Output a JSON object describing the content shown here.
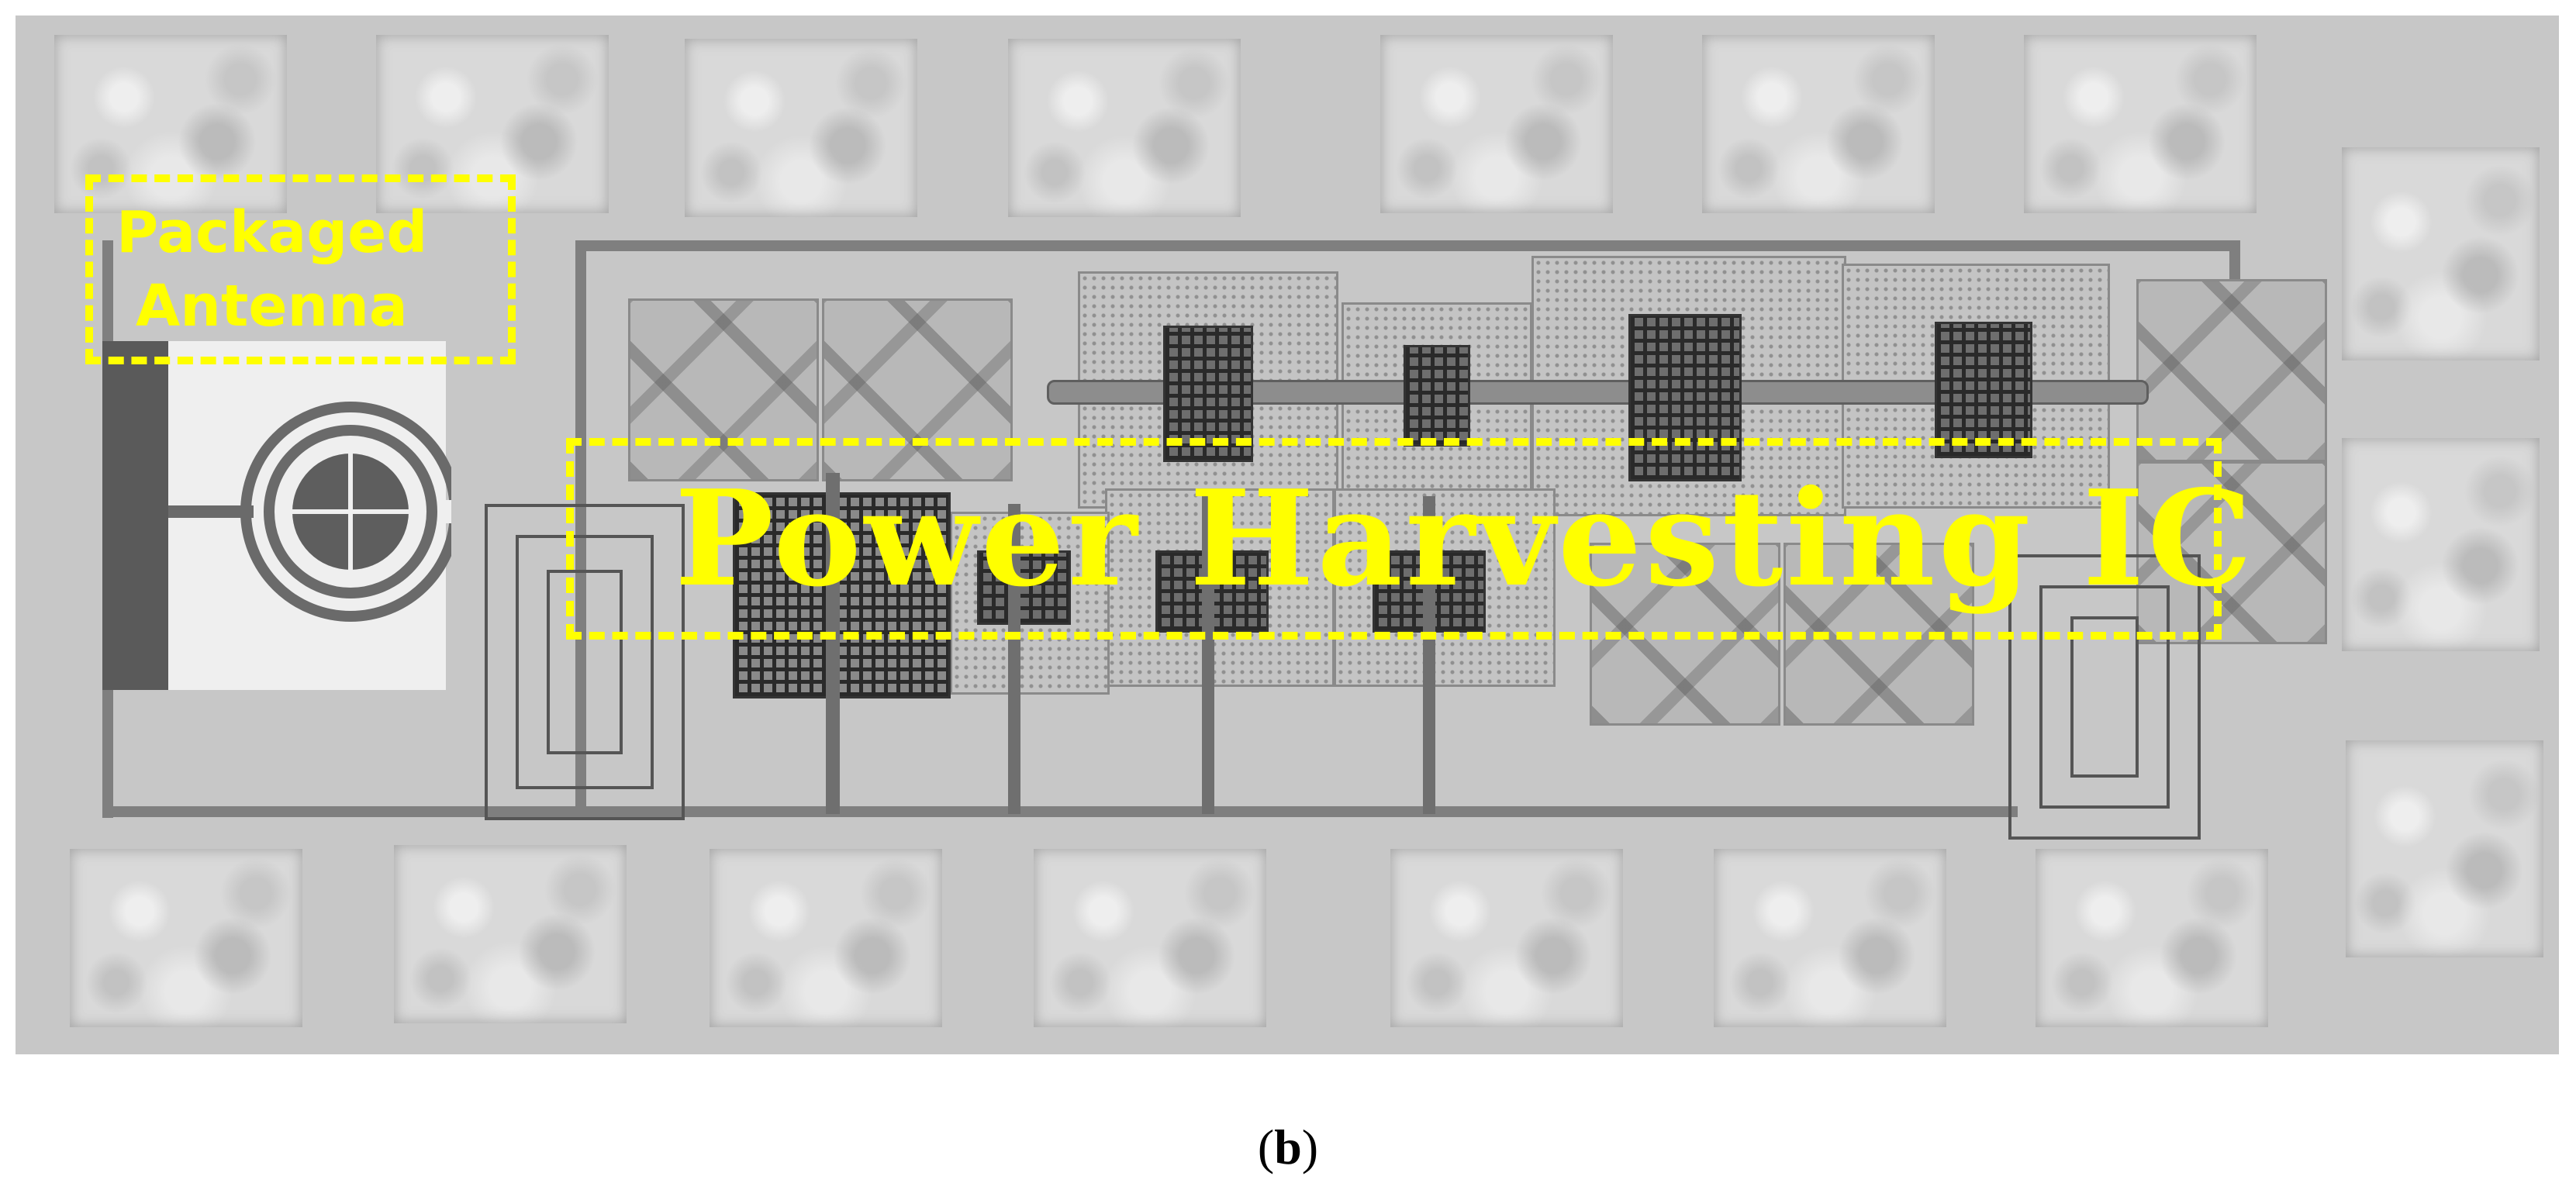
{
  "labels": {
    "packaged_antenna_line1": "Packaged",
    "packaged_antenna_line2": "Antenna",
    "power_harvesting_ic": "Power Harvesting IC",
    "subfigure_label_paren_open": "(",
    "subfigure_label_letter": "b",
    "subfigure_label_paren_close": ")"
  },
  "colors": {
    "annotation": "#ffff00",
    "die_background": "#c7c7c7",
    "bond_pad": "#d9d9d9",
    "metal": "#7f7f7f"
  }
}
